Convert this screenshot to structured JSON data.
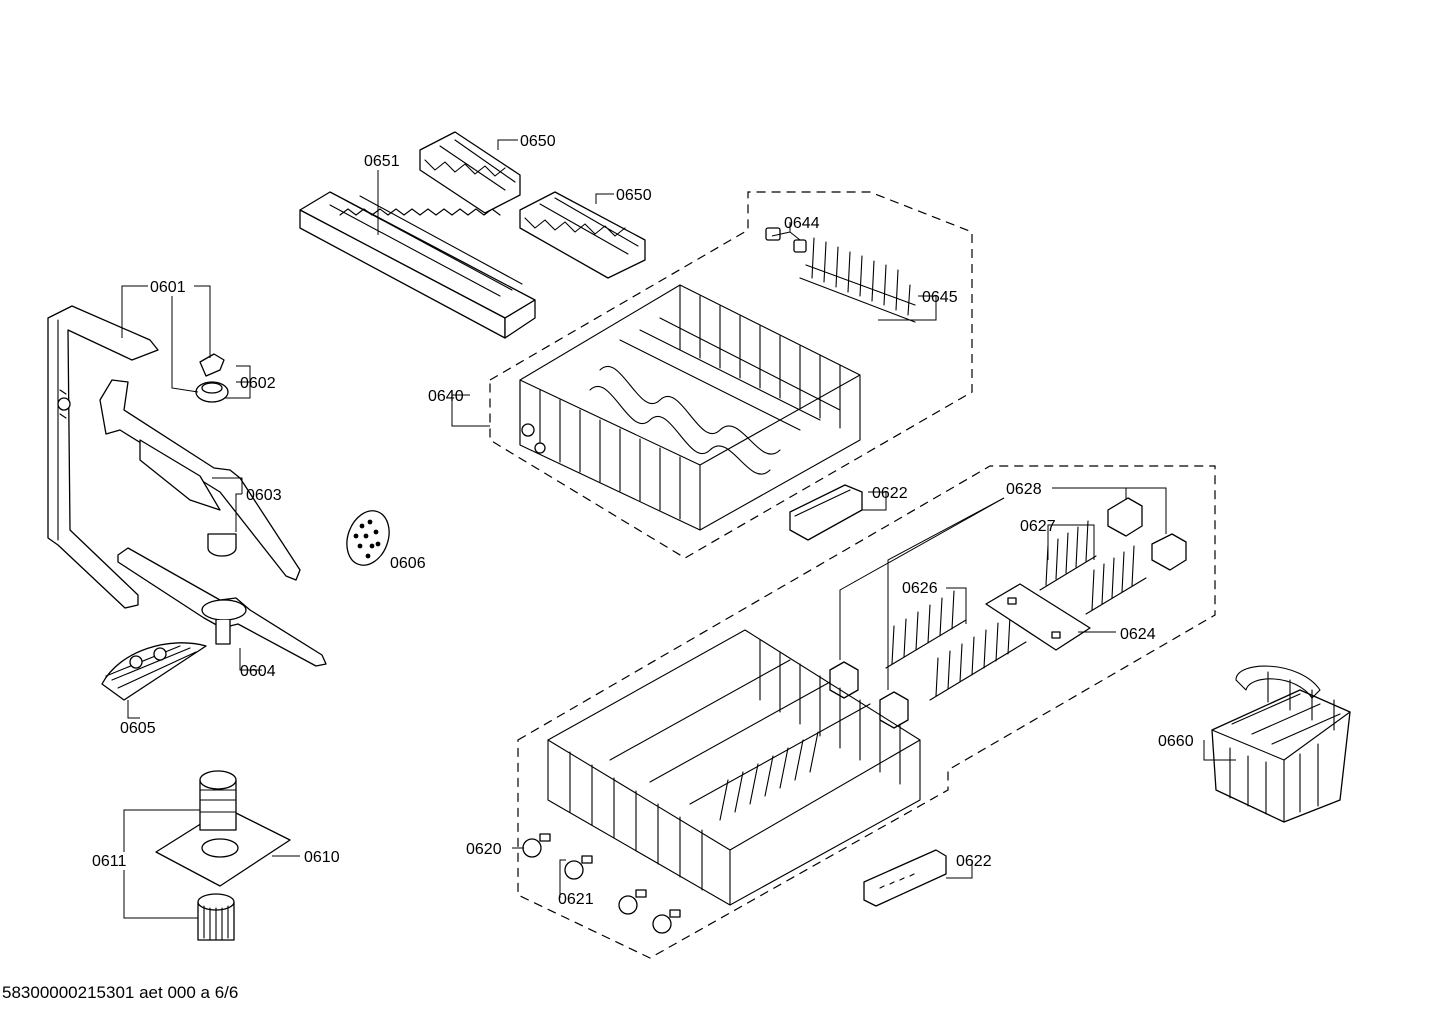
{
  "callouts": {
    "c0650a": "0650",
    "c0650b": "0650",
    "c0651": "0651",
    "c0644": "0644",
    "c0645": "0645",
    "c0601": "0601",
    "c0602": "0602",
    "c0640": "0640",
    "c0603": "0603",
    "c0622a": "0622",
    "c0628": "0628",
    "c0627": "0627",
    "c0606": "0606",
    "c0626": "0626",
    "c0604": "0604",
    "c0624": "0624",
    "c0605": "0605",
    "c0660": "0660",
    "c0610": "0610",
    "c0611": "0611",
    "c0620": "0620",
    "c0622b": "0622",
    "c0621": "0621"
  },
  "footer": {
    "doc_id": "58300000215301 aet 000 a 6/6"
  }
}
